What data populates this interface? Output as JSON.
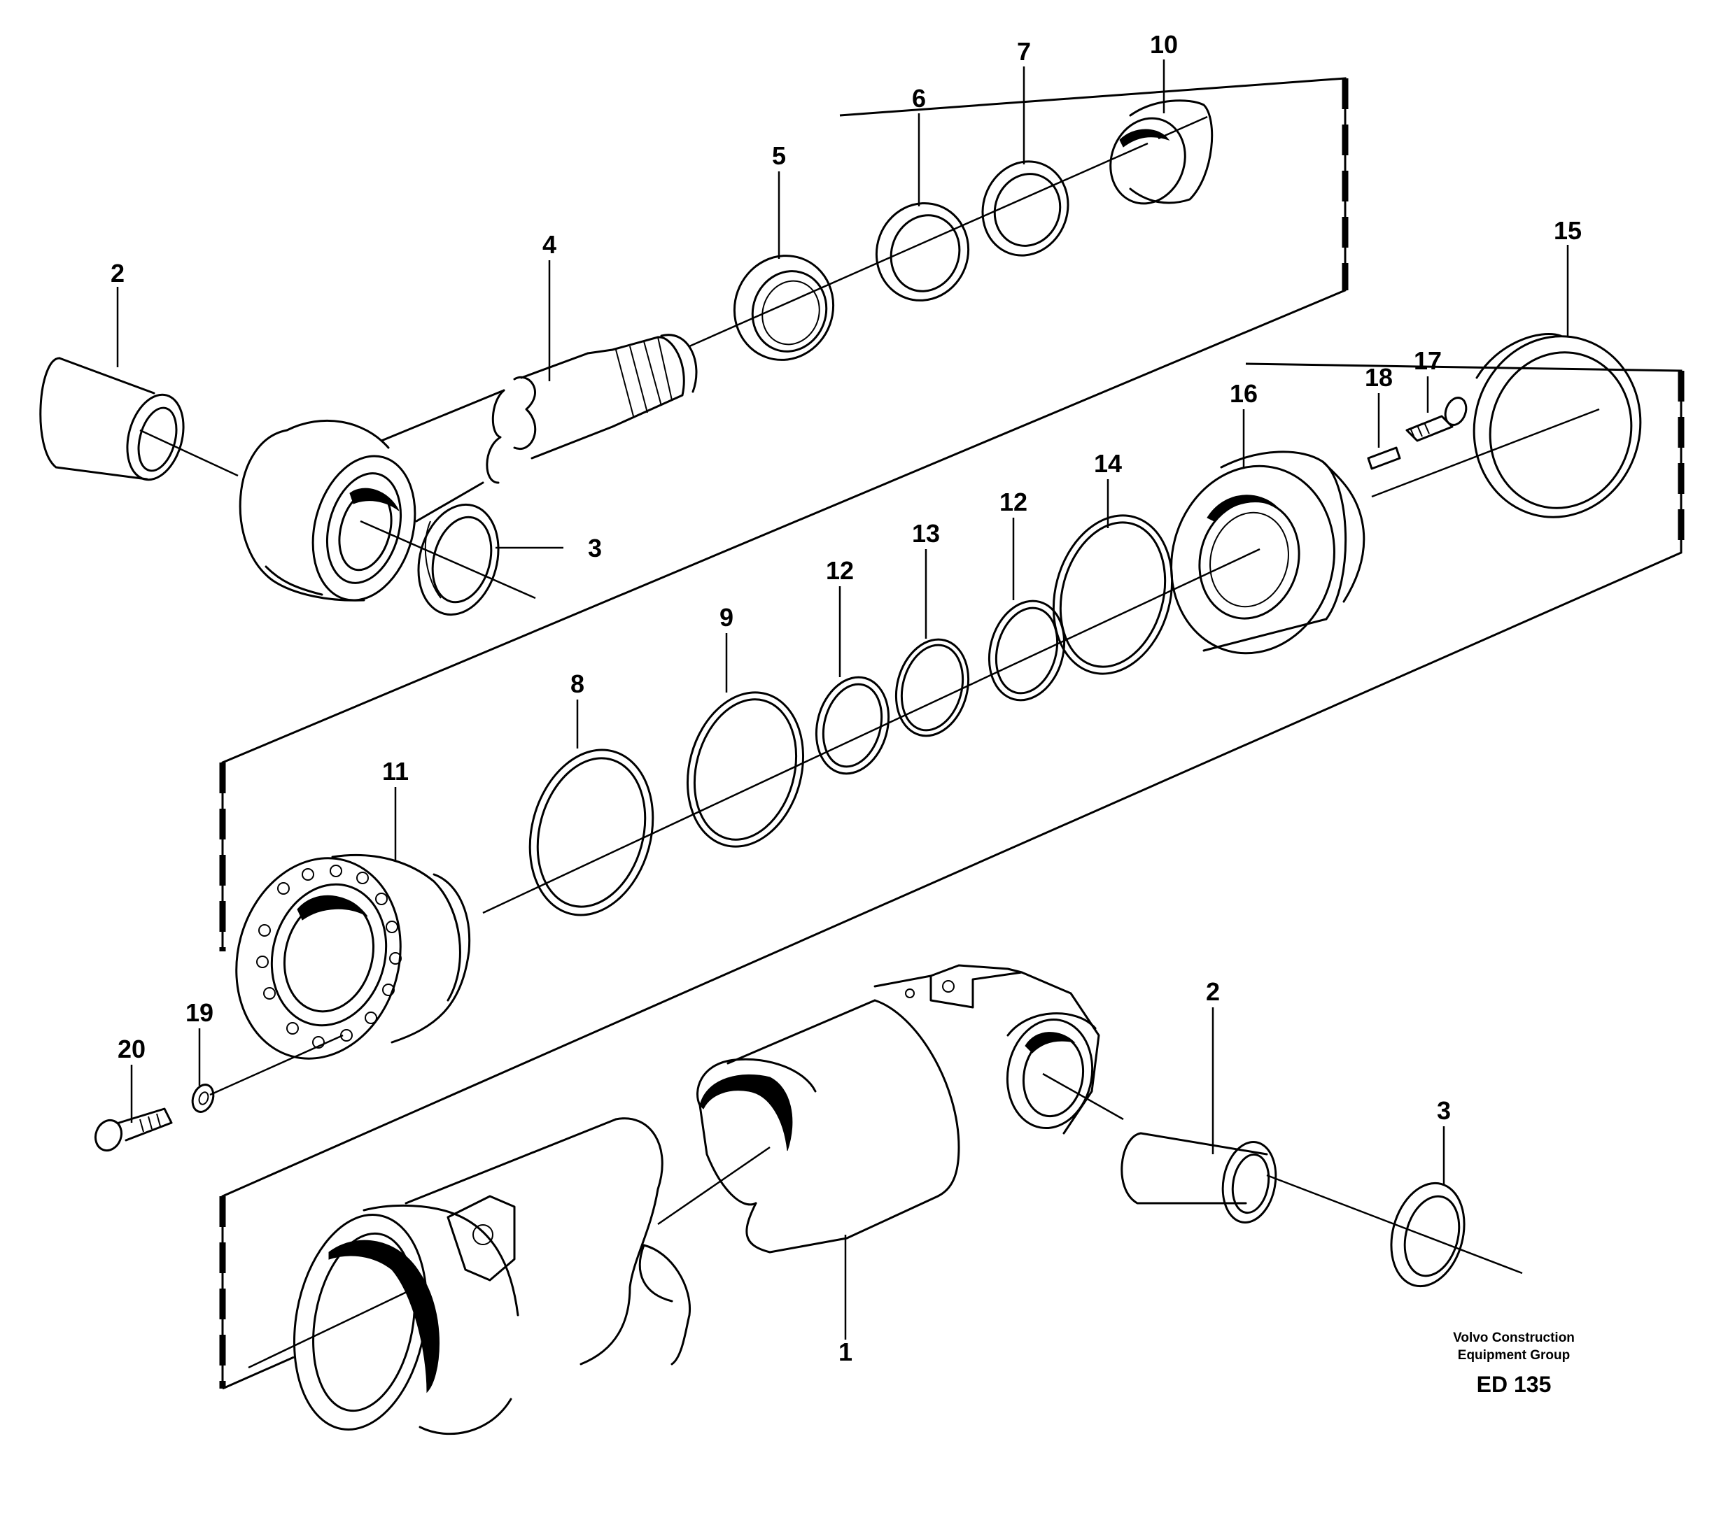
{
  "callouts": {
    "c1": "1",
    "c2a": "2",
    "c2b": "2",
    "c3a": "3",
    "c3b": "3",
    "c4": "4",
    "c5": "5",
    "c6": "6",
    "c7": "7",
    "c8": "8",
    "c9": "9",
    "c10": "10",
    "c11": "11",
    "c12a": "12",
    "c12b": "12",
    "c13": "13",
    "c14": "14",
    "c15": "15",
    "c16": "16",
    "c17": "17",
    "c18": "18",
    "c19": "19",
    "c20": "20"
  },
  "footer": {
    "brand_line1": "Volvo Construction",
    "brand_line2": "Equipment Group",
    "code": "ED 135"
  }
}
